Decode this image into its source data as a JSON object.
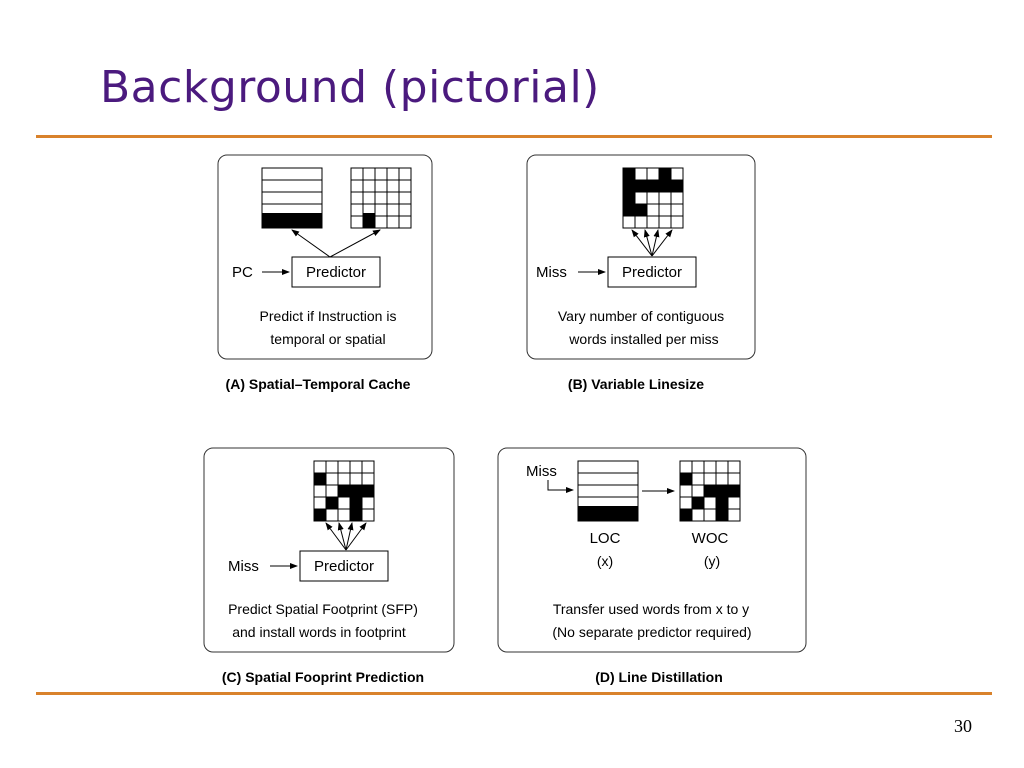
{
  "slide": {
    "title": "Background (pictorial)",
    "page_number": "30",
    "accent_color": "#d9822b",
    "title_color": "#4b1a7e"
  },
  "panels": {
    "a": {
      "caption": "(A) Spatial–Temporal Cache",
      "input": "PC",
      "box": "Predictor",
      "desc1": "Predict if Instruction is",
      "desc2": "temporal or spatial"
    },
    "b": {
      "caption": "(B) Variable Linesize",
      "input": "Miss",
      "box": "Predictor",
      "desc1": "Vary number of contiguous",
      "desc2": "words installed per miss"
    },
    "c": {
      "caption": "(C) Spatial Fooprint Prediction",
      "input": "Miss",
      "box": "Predictor",
      "desc1": "Predict Spatial Footprint (SFP)",
      "desc2": "and install words in footprint"
    },
    "d": {
      "caption": "(D) Line Distillation",
      "input": "Miss",
      "loc": "LOC",
      "loc_sub": "(x)",
      "woc": "WOC",
      "woc_sub": "(y)",
      "desc1": "Transfer used words from x to y",
      "desc2": "(No separate predictor required)"
    }
  }
}
